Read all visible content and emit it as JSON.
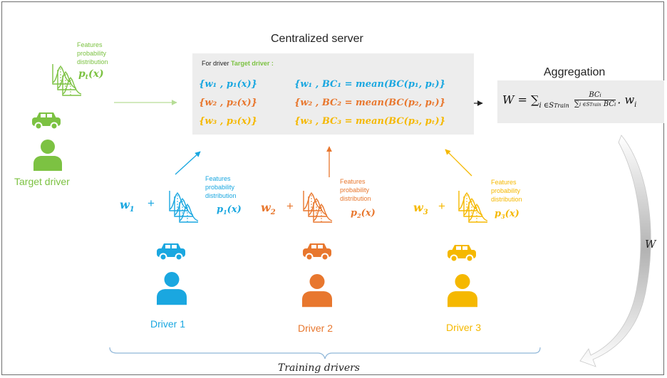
{
  "colors": {
    "target": "#7cc242",
    "driver1": "#1aa7e0",
    "driver2": "#e8772e",
    "driver3": "#f5b800",
    "gray_box": "#ededed",
    "arrow_gray": "#b7b7b7"
  },
  "server": {
    "title": "Centralized  server",
    "for_driver_prefix": "For driver",
    "for_driver_name": "Target driver :",
    "rows": [
      {
        "pair": "{w₁ , p₁(x)}",
        "result": "{w₁ , BC₁ = mean(BC(p₁, pₜ)}"
      },
      {
        "pair": "{w₂ , p₂(x)}",
        "result": "{w₂ , BC₂ = mean(BC(p₂, pₜ)}"
      },
      {
        "pair": "{w₃ , p₃(x)}",
        "result": "{w₃ , BC₃ = mean(BC(p₃, pₜ)}"
      }
    ]
  },
  "aggregation": {
    "title": "Aggregation",
    "formula_lhs": "W = ∑",
    "formula_sub": "i ∈S",
    "formula_subsub": "Train",
    "numerator": "BC",
    "numerator_sub": "i",
    "denominator": "∑",
    "denominator_sub": "i ∈S",
    "denominator_subsub": "Train",
    "denominator_tail": "BC",
    "denominator_tail_sub": "i",
    "tail": ". w",
    "tail_sub": "i"
  },
  "target": {
    "features_label": "Features probability distribution",
    "dist": "p",
    "dist_sub": "t",
    "dist_arg": "(x)",
    "label": "Target driver"
  },
  "drivers": [
    {
      "weight": "w",
      "weight_sub": "1",
      "plus": "+",
      "features_label": "Features probability distribution",
      "dist": "p",
      "dist_sub": "1",
      "dist_arg": "(x)",
      "label": "Driver 1"
    },
    {
      "weight": "w",
      "weight_sub": "2",
      "plus": "+",
      "features_label": "Features probability distribution",
      "dist": "p",
      "dist_sub": "2",
      "dist_arg": "(x)",
      "label": "Driver 2"
    },
    {
      "weight": "w",
      "weight_sub": "3",
      "plus": "+",
      "features_label": "Features probability distribution",
      "dist": "p",
      "dist_sub": "3",
      "dist_arg": "(x)",
      "label": "Driver 3"
    }
  ],
  "curved_arrow_label": "W",
  "training_label": "Training drivers",
  "icons": [
    "car-icon",
    "person-icon",
    "distribution-chart-icon",
    "arrow-icon",
    "curly-brace-icon",
    "curved-arrow-icon"
  ]
}
